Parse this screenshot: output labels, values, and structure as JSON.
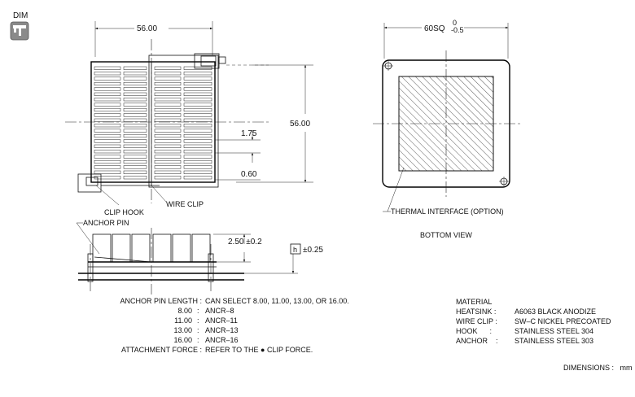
{
  "header": {
    "tag": "DIM",
    "icon": "caliper-icon"
  },
  "top_view": {
    "width_dim": "56.00",
    "height_dim": "56.00",
    "dim_a": "1.75",
    "dim_b": "0.60",
    "label_clip_hook": "CLIP HOOK",
    "label_wire_clip": "WIRE CLIP"
  },
  "bottom_view": {
    "square_dim": "60SQ",
    "tol_upper": "0",
    "tol_lower": "-0.5",
    "label_thermal": "THERMAL INTERFACE (OPTION)",
    "caption": "BOTTOM VIEW"
  },
  "side_view": {
    "label_anchor_pin": "ANCHOR PIN",
    "dim_height": "2.50 ±0.2",
    "h_box": "h",
    "h_tol": "±0.25"
  },
  "anchor_notes": {
    "pin_length_label": "ANCHOR PIN LENGTH :",
    "pin_length_value": "CAN SELECT 8.00, 11.00, 13.00, OR 16.00.",
    "rows": [
      {
        "len": "8.00",
        "sep": ":",
        "part": "ANCR–8"
      },
      {
        "len": "11.00",
        "sep": ":",
        "part": "ANCR–11"
      },
      {
        "len": "13.00",
        "sep": ":",
        "part": "ANCR–13"
      },
      {
        "len": "16.00",
        "sep": ":",
        "part": "ANCR–16"
      }
    ],
    "force_label": "ATTACHMENT FORCE :",
    "force_value": "REFER TO THE ● CLIP FORCE."
  },
  "material": {
    "title": "MATERIAL",
    "rows": [
      {
        "name": "HEATSINK :",
        "value": "A6063  BLACK ANODIZE"
      },
      {
        "name": "WIRE CLIP :",
        "value": "SW–C NICKEL PRECOATED"
      },
      {
        "name": "HOOK      :",
        "value": "STAINLESS STEEL 304"
      },
      {
        "name": "ANCHOR    :",
        "value": "STAINLESS STEEL 303"
      }
    ]
  },
  "units": {
    "text": "DIMENSIONS :   mm"
  }
}
